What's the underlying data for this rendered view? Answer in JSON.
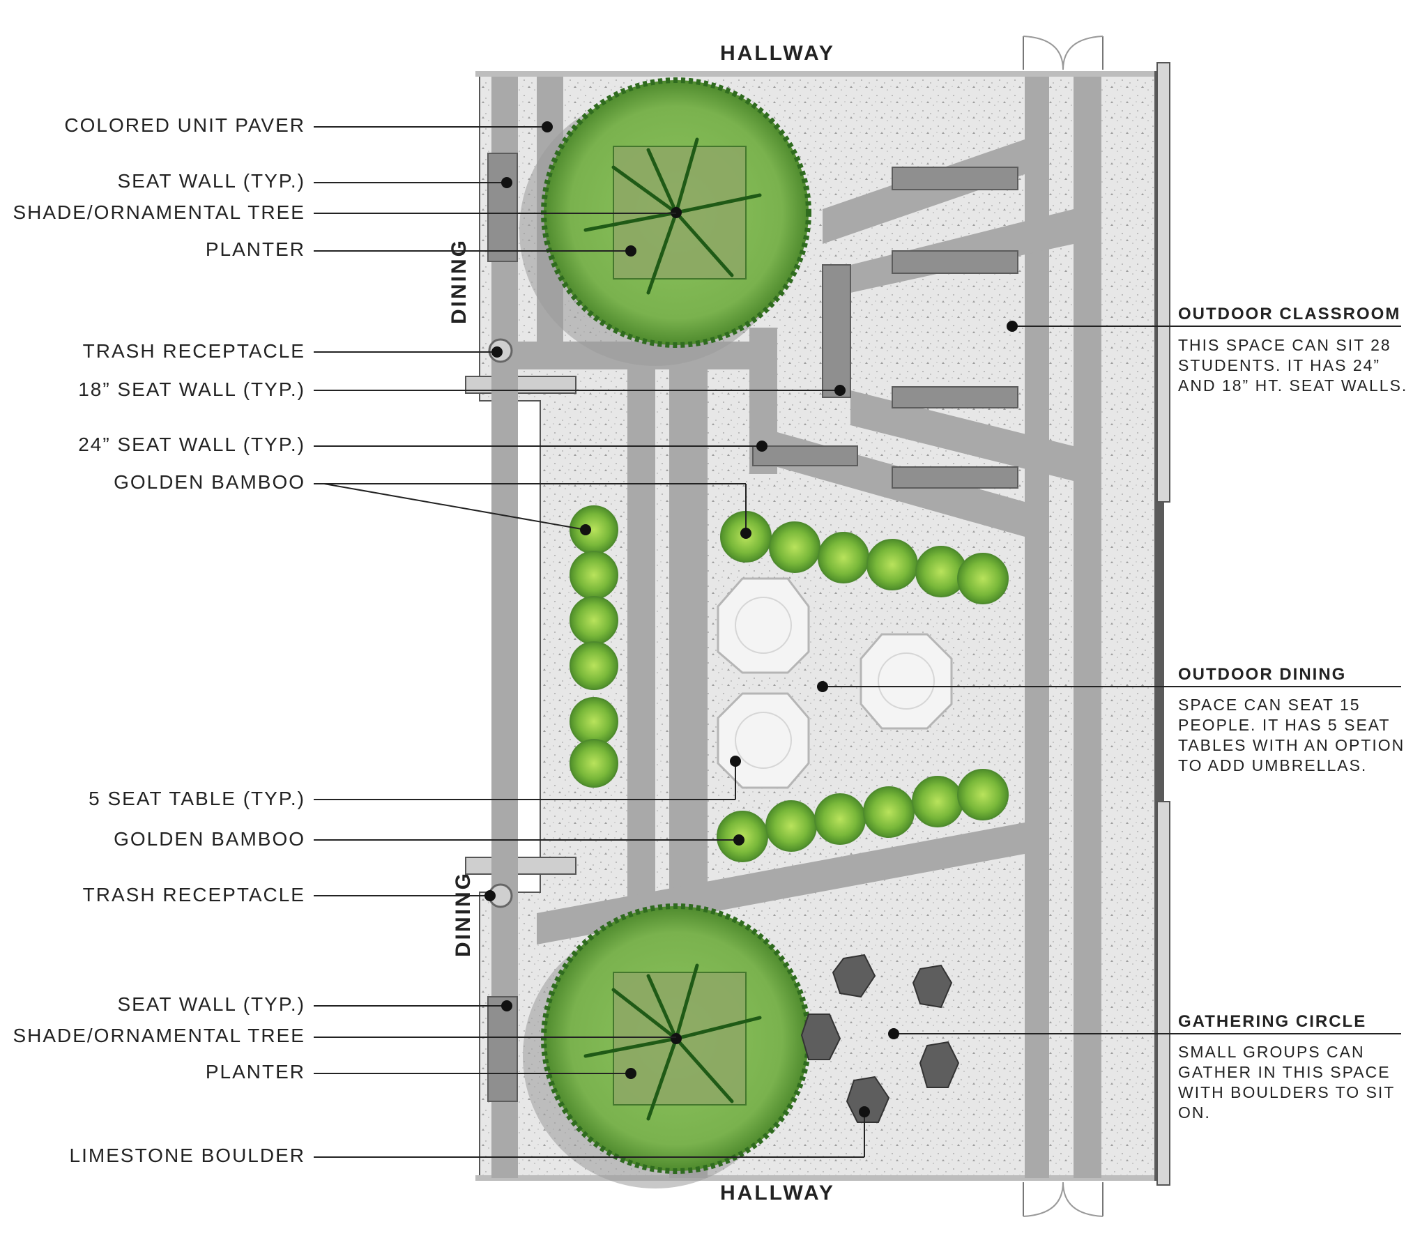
{
  "rooms": {
    "top": "HALLWAY",
    "bottom": "HALLWAY",
    "left_upper": "DINING",
    "left_lower": "DINING"
  },
  "labels": [
    "COLORED UNIT PAVER",
    "SEAT WALL (TYP.)",
    "SHADE/ORNAMENTAL TREE",
    "PLANTER",
    "TRASH RECEPTACLE",
    "18” SEAT WALL (TYP.)",
    "24” SEAT WALL (TYP.)",
    "GOLDEN BAMBOO",
    "5 SEAT TABLE (TYP.)",
    "GOLDEN BAMBOO",
    "TRASH RECEPTACLE",
    "SEAT WALL (TYP.)",
    "SHADE/ORNAMENTAL TREE",
    "PLANTER",
    "LIMESTONE BOULDER"
  ],
  "zones": [
    {
      "title": "OUTDOOR CLASSROOM",
      "description": "THIS SPACE CAN SIT 28 STUDENTS. IT HAS 24” AND 18” HT. SEAT WALLS."
    },
    {
      "title": "OUTDOOR DINING",
      "description": "SPACE CAN SEAT 15 PEOPLE. IT HAS 5 SEAT TABLES WITH AN OPTION TO ADD UMBRELLAS."
    },
    {
      "title": "GATHERING CIRCLE",
      "description": "SMALL GROUPS CAN GATHER IN THIS SPACE WITH BOULDERS TO SIT ON."
    }
  ],
  "colors": {
    "paving": "#e6e6e6",
    "path": "#a9a9a9",
    "seat_wall": "#8c8c8c",
    "tree_canopy": "#7fb552",
    "tree_dark": "#2f6b1f",
    "planter": "#8ea866",
    "bamboo": "#8cc63f",
    "boulder": "#5e5e5e",
    "table": "#f4f4f4",
    "leader": "#222222"
  }
}
